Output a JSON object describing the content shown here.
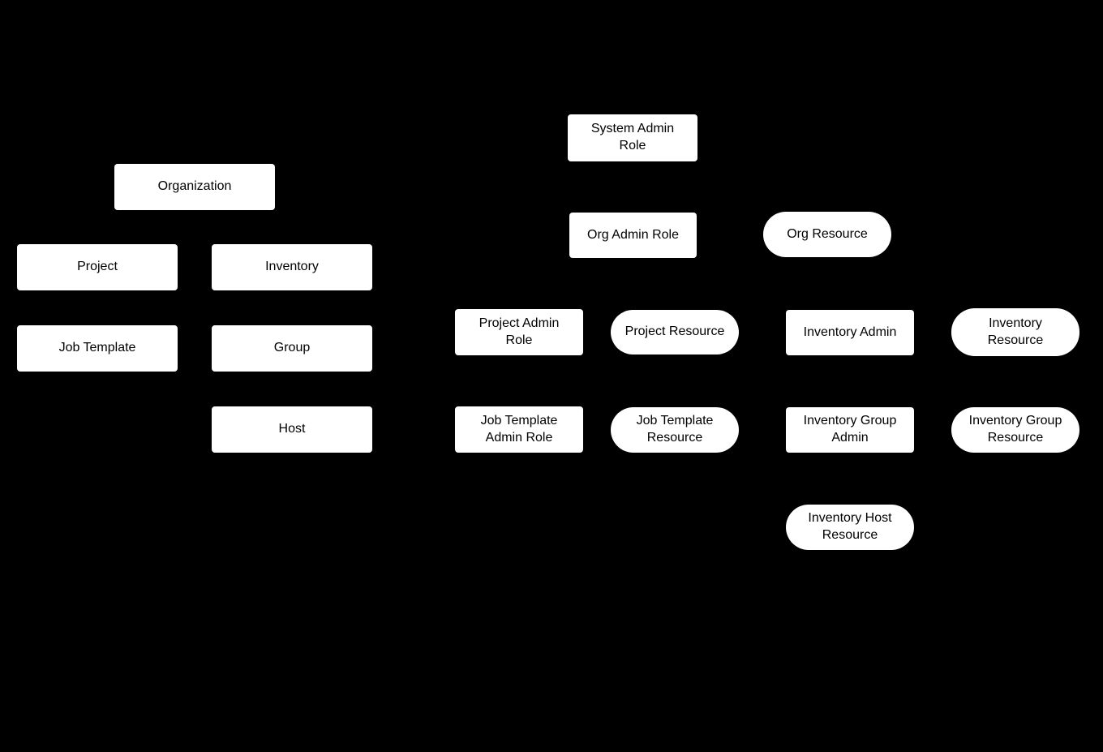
{
  "diagram": {
    "background_color": "#000000",
    "node_fill_color": "#ffffff",
    "node_text_color": "#000000",
    "nodes": [
      {
        "id": "organization",
        "shape": "rect",
        "label": "Organization"
      },
      {
        "id": "project",
        "shape": "rect",
        "label": "Project"
      },
      {
        "id": "inventory",
        "shape": "rect",
        "label": "Inventory"
      },
      {
        "id": "job-template",
        "shape": "rect",
        "label": "Job Template"
      },
      {
        "id": "group",
        "shape": "rect",
        "label": "Group"
      },
      {
        "id": "host",
        "shape": "rect",
        "label": "Host"
      },
      {
        "id": "system-admin-role",
        "shape": "rect",
        "label": "System Admin\nRole"
      },
      {
        "id": "org-admin-role",
        "shape": "rect",
        "label": "Org Admin Role"
      },
      {
        "id": "org-resource",
        "shape": "stadium",
        "label": "Org Resource"
      },
      {
        "id": "project-admin-role",
        "shape": "rect",
        "label": "Project Admin\nRole"
      },
      {
        "id": "project-resource",
        "shape": "stadium",
        "label": "Project Resource"
      },
      {
        "id": "inventory-admin",
        "shape": "rect",
        "label": "Inventory Admin"
      },
      {
        "id": "inventory-resource",
        "shape": "stadium",
        "label": "Inventory\nResource"
      },
      {
        "id": "job-template-admin-role",
        "shape": "rect",
        "label": "Job Template\nAdmin Role"
      },
      {
        "id": "job-template-resource",
        "shape": "stadium",
        "label": "Job Template\nResource"
      },
      {
        "id": "inventory-group-admin",
        "shape": "rect",
        "label": "Inventory Group\nAdmin"
      },
      {
        "id": "inventory-group-resource",
        "shape": "stadium",
        "label": "Inventory Group\nResource"
      },
      {
        "id": "inventory-host-resource",
        "shape": "stadium",
        "label": "Inventory Host\nResource"
      }
    ]
  }
}
